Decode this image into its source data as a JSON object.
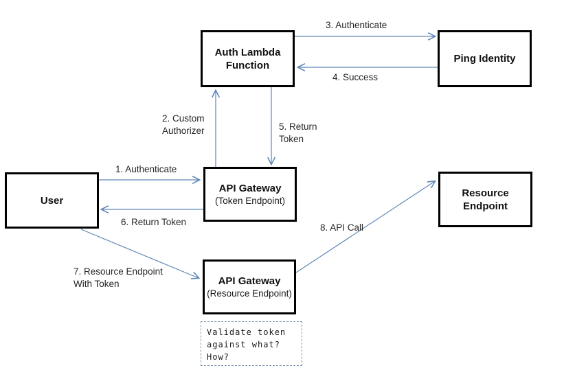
{
  "colors": {
    "connector": "#5e86b8",
    "box_border": "#000000",
    "note_border": "#7d94ac",
    "label_text": "#262626",
    "background": "#ffffff"
  },
  "nodes": {
    "auth_lambda": {
      "label": "Auth Lambda Function"
    },
    "ping_identity": {
      "label": "Ping Identity"
    },
    "user": {
      "label": "User"
    },
    "api_gateway_token": {
      "title": "API Gateway",
      "subtitle": "(Token Endpoint)"
    },
    "resource_endpoint": {
      "label": "Resource Endpoint"
    },
    "api_gateway_resource": {
      "title": "API Gateway",
      "subtitle": "(Resource Endpoint)"
    },
    "note": {
      "text": "Validate token\nagainst what?\nHow?"
    }
  },
  "edges": {
    "e1": {
      "label": "1. Authenticate",
      "from": "user",
      "to": "api_gateway_token"
    },
    "e2": {
      "label": "2. Custom\nAuthorizer",
      "from": "api_gateway_token",
      "to": "auth_lambda"
    },
    "e3": {
      "label": "3. Authenticate",
      "from": "auth_lambda",
      "to": "ping_identity"
    },
    "e4": {
      "label": "4. Success",
      "from": "ping_identity",
      "to": "auth_lambda"
    },
    "e5": {
      "label": "5. Return\nToken",
      "from": "auth_lambda",
      "to": "api_gateway_token"
    },
    "e6": {
      "label": "6. Return Token",
      "from": "api_gateway_token",
      "to": "user"
    },
    "e7": {
      "label": "7. Resource Endpoint\nWith Token",
      "from": "user",
      "to": "api_gateway_resource"
    },
    "e8": {
      "label": "8. API Call",
      "from": "api_gateway_resource",
      "to": "resource_endpoint"
    }
  }
}
